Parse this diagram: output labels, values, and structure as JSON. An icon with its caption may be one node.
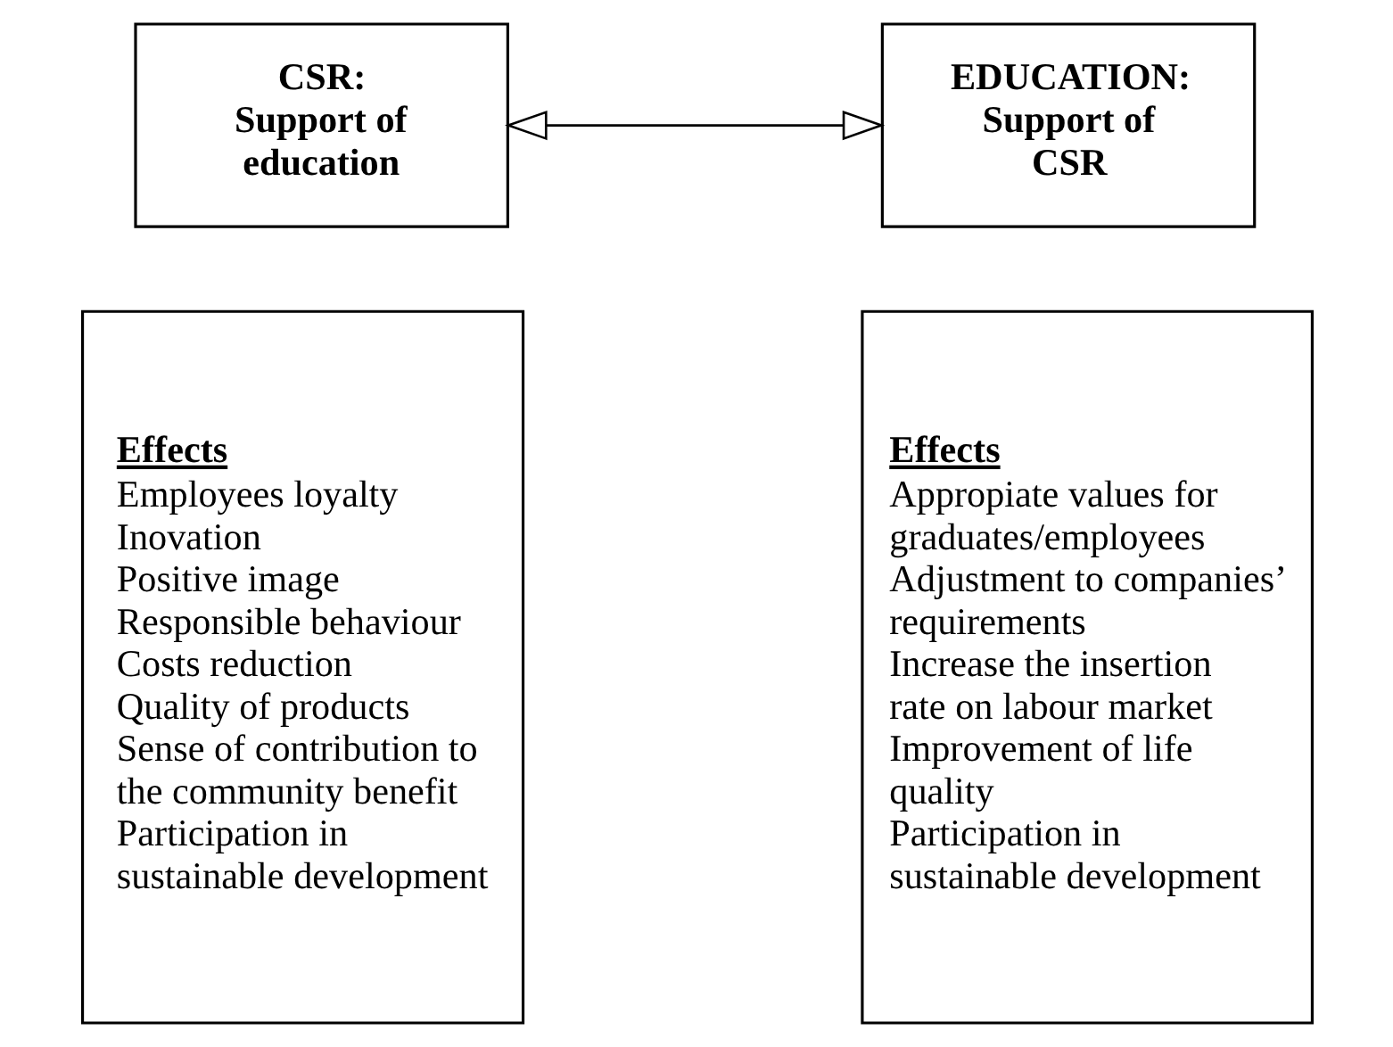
{
  "diagram": {
    "nodes": [
      {
        "text": [
          "CSR:",
          "Support of education"
        ]
      },
      {
        "text": [
          "EDUCATION:",
          "Support of CSR"
        ]
      },
      {
        "text": [
          "Effects",
          "Employees loyalty",
          "Inovation",
          "Positive image",
          "Responsible behaviour",
          "Costs reduction",
          "Quality of products",
          "Sense of contribution to the community benefit",
          "Participation in sustainable development"
        ]
      },
      {
        "text": [
          "Effects",
          "Appropiate values for graduates/employees",
          "Adjustment to companies’ requirements",
          "Increase the insertion rate on labour market",
          "Improvement of life quality",
          "Participation in sustainable development"
        ]
      }
    ],
    "edges": [
      {
        "from": 0,
        "to": 1,
        "arrow": "both"
      }
    ]
  }
}
